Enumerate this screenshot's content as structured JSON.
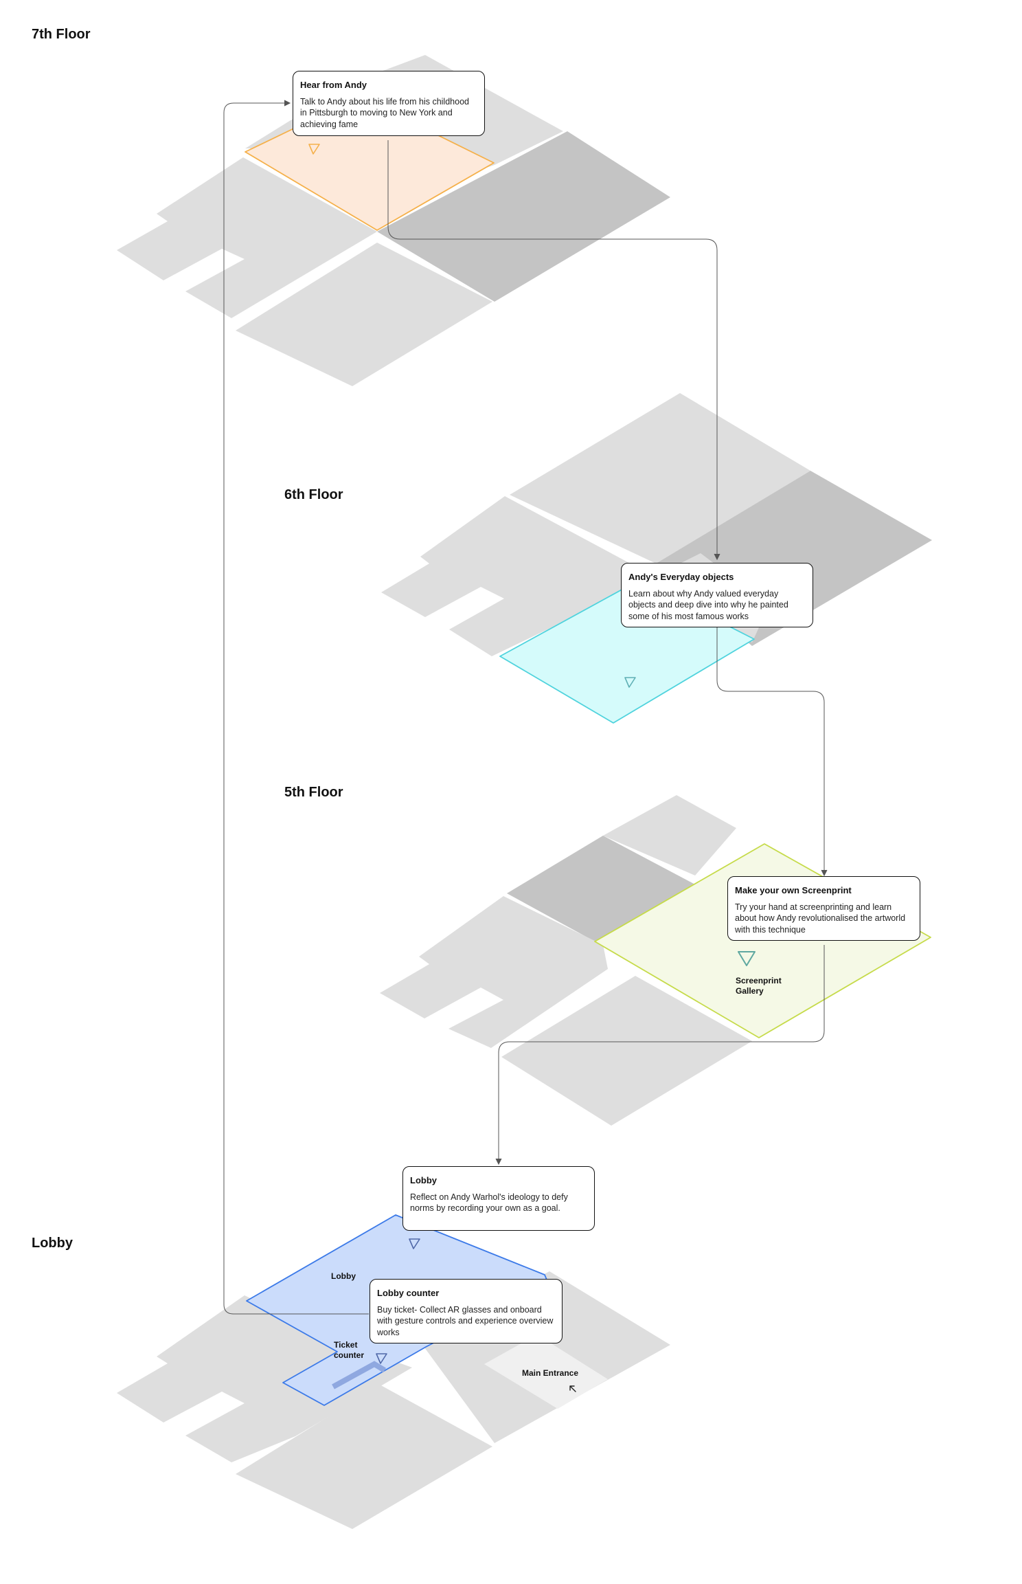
{
  "floors": {
    "seventh": {
      "label": "7th Floor"
    },
    "sixth": {
      "label": "6th Floor"
    },
    "fifth": {
      "label": "5th Floor"
    },
    "lobby": {
      "label": "Lobby"
    }
  },
  "cards": {
    "hear_from_andy": {
      "title": "Hear from Andy",
      "body": "Talk to Andy about his life from his childhood in Pittsburgh to moving to New York and achieving fame"
    },
    "everyday_objects": {
      "title": "Andy's Everyday objects",
      "body": "Learn about why Andy valued everyday objects and deep dive into why he painted some of his most famous works"
    },
    "screenprint": {
      "title": "Make your own Screenprint",
      "body": "Try your hand at screenprinting and learn about how Andy revolutionalised the artworld with this technique"
    },
    "lobby": {
      "title": "Lobby",
      "body": "Reflect on Andy Warhol's ideology to defy norms by recording your own as a goal."
    },
    "lobby_counter": {
      "title": "Lobby counter",
      "body": "Buy ticket- Collect AR glasses and onboard with gesture controls and experience overview works"
    }
  },
  "rooms": {
    "screenprint_gallery": "Screenprint Gallery",
    "lobby": "Lobby",
    "ticket_counter": "Ticket counter",
    "main_entrance": "Main Entrance"
  },
  "colors": {
    "floor_light": "#dedede",
    "floor_dark": "#c4c4c4",
    "orange_fill": "#fde9da",
    "orange_stroke": "#f5b04a",
    "cyan_fill": "#d5fbfb",
    "cyan_stroke": "#4fd3dd",
    "lime_fill": "#f5f9e6",
    "lime_stroke": "#c6db4a",
    "blue_fill": "#cbdcfb",
    "blue_stroke": "#3c7ae8",
    "connector": "#555555"
  }
}
